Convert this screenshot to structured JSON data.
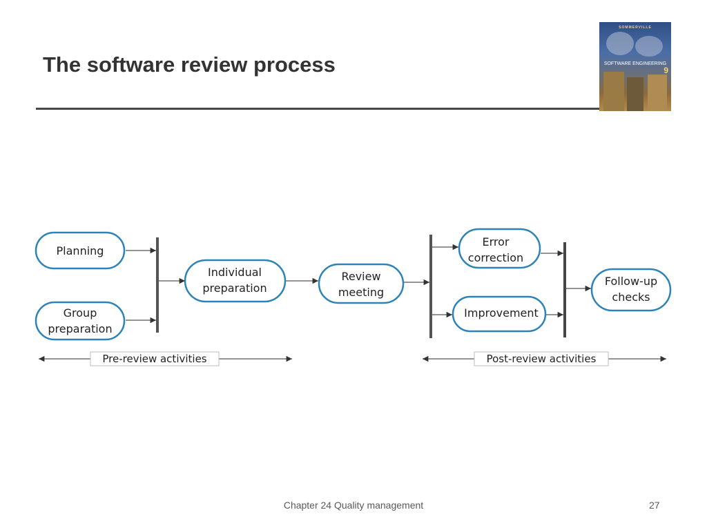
{
  "slide": {
    "title": "The software review process",
    "book": {
      "author": "SOMMERVILLE",
      "title": "SOFTWARE ENGINEERING",
      "edition": "9"
    },
    "footer": {
      "chapter": "Chapter 24 Quality management",
      "page": "27"
    }
  },
  "diagram": {
    "nodes": {
      "planning": "Planning",
      "group_preparation": [
        "Group",
        "preparation"
      ],
      "individual_preparation": [
        "Individual",
        "preparation"
      ],
      "review_meeting": [
        "Review",
        "meeting"
      ],
      "error_correction": [
        "Error",
        "correction"
      ],
      "improvement": "Improvement",
      "follow_up_checks": [
        "Follow-up",
        "checks"
      ]
    },
    "phases": {
      "pre_review": "Pre-review activities",
      "post_review": "Post-review activities"
    }
  },
  "colors": {
    "node_border": "#2b83b8",
    "title_text": "#333333",
    "line": "#555555"
  }
}
